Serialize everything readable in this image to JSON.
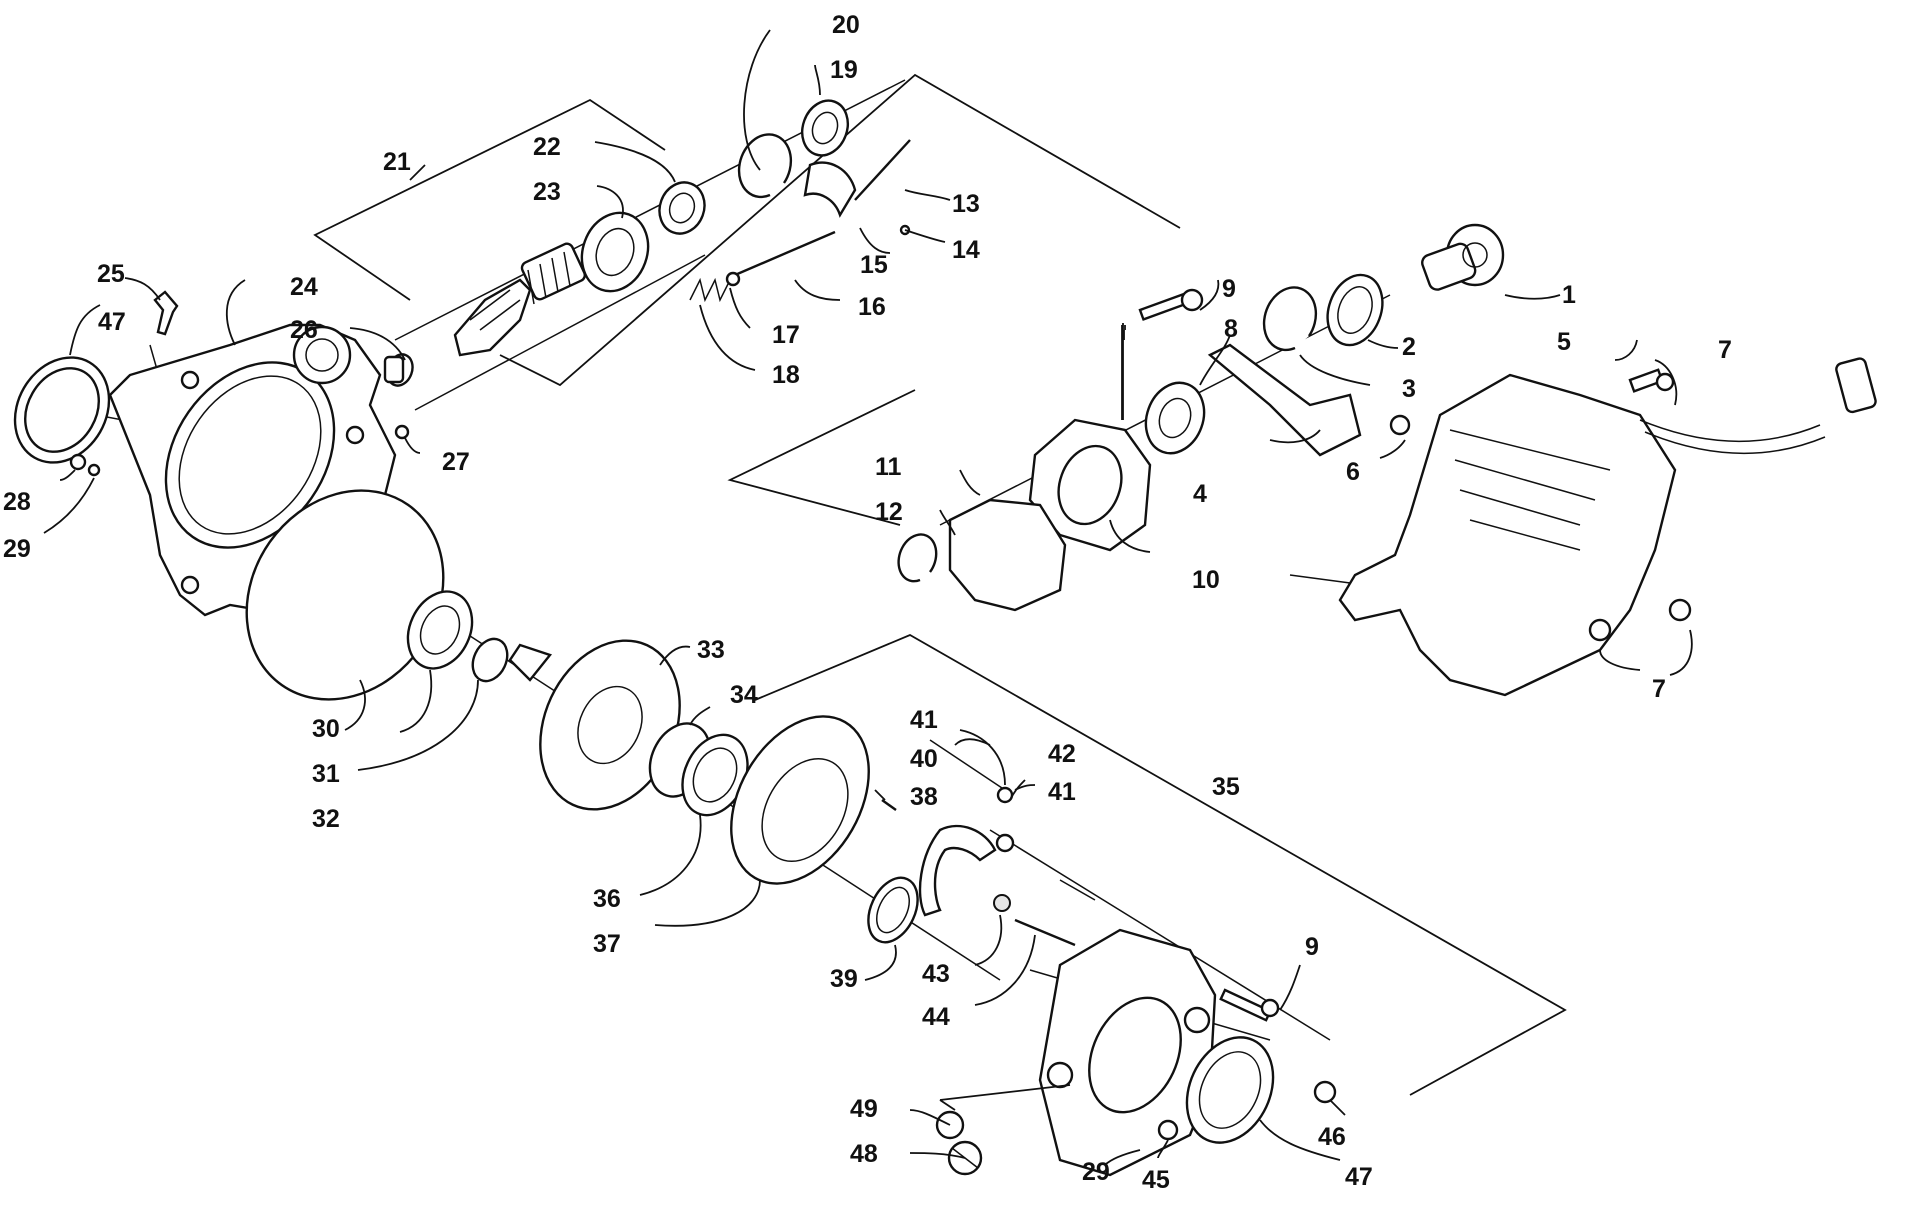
{
  "diagram": {
    "labels": [
      {
        "id": "1",
        "text": "1"
      },
      {
        "id": "2",
        "text": "2"
      },
      {
        "id": "3",
        "text": "3"
      },
      {
        "id": "4",
        "text": "4"
      },
      {
        "id": "5",
        "text": "5"
      },
      {
        "id": "6",
        "text": "6"
      },
      {
        "id": "7a",
        "text": "7"
      },
      {
        "id": "7b",
        "text": "7"
      },
      {
        "id": "8",
        "text": "8"
      },
      {
        "id": "9a",
        "text": "9"
      },
      {
        "id": "9b",
        "text": "9"
      },
      {
        "id": "10",
        "text": "10"
      },
      {
        "id": "11",
        "text": "11"
      },
      {
        "id": "12",
        "text": "12"
      },
      {
        "id": "13",
        "text": "13"
      },
      {
        "id": "14",
        "text": "14"
      },
      {
        "id": "15",
        "text": "15"
      },
      {
        "id": "16",
        "text": "16"
      },
      {
        "id": "17",
        "text": "17"
      },
      {
        "id": "18",
        "text": "18"
      },
      {
        "id": "19",
        "text": "19"
      },
      {
        "id": "20",
        "text": "20"
      },
      {
        "id": "21",
        "text": "21"
      },
      {
        "id": "22",
        "text": "22"
      },
      {
        "id": "23",
        "text": "23"
      },
      {
        "id": "24",
        "text": "24"
      },
      {
        "id": "25",
        "text": "25"
      },
      {
        "id": "26",
        "text": "26"
      },
      {
        "id": "27",
        "text": "27"
      },
      {
        "id": "28",
        "text": "28"
      },
      {
        "id": "29a",
        "text": "29"
      },
      {
        "id": "29b",
        "text": "29"
      },
      {
        "id": "30",
        "text": "30"
      },
      {
        "id": "31",
        "text": "31"
      },
      {
        "id": "32",
        "text": "32"
      },
      {
        "id": "33",
        "text": "33"
      },
      {
        "id": "34",
        "text": "34"
      },
      {
        "id": "35",
        "text": "35"
      },
      {
        "id": "36",
        "text": "36"
      },
      {
        "id": "37",
        "text": "37"
      },
      {
        "id": "38",
        "text": "38"
      },
      {
        "id": "39",
        "text": "39"
      },
      {
        "id": "40",
        "text": "40"
      },
      {
        "id": "41a",
        "text": "41"
      },
      {
        "id": "41b",
        "text": "41"
      },
      {
        "id": "42",
        "text": "42"
      },
      {
        "id": "43",
        "text": "43"
      },
      {
        "id": "44",
        "text": "44"
      },
      {
        "id": "45",
        "text": "45"
      },
      {
        "id": "46",
        "text": "46"
      },
      {
        "id": "47a",
        "text": "47"
      },
      {
        "id": "47b",
        "text": "47"
      },
      {
        "id": "48",
        "text": "48"
      },
      {
        "id": "49",
        "text": "49"
      }
    ]
  }
}
